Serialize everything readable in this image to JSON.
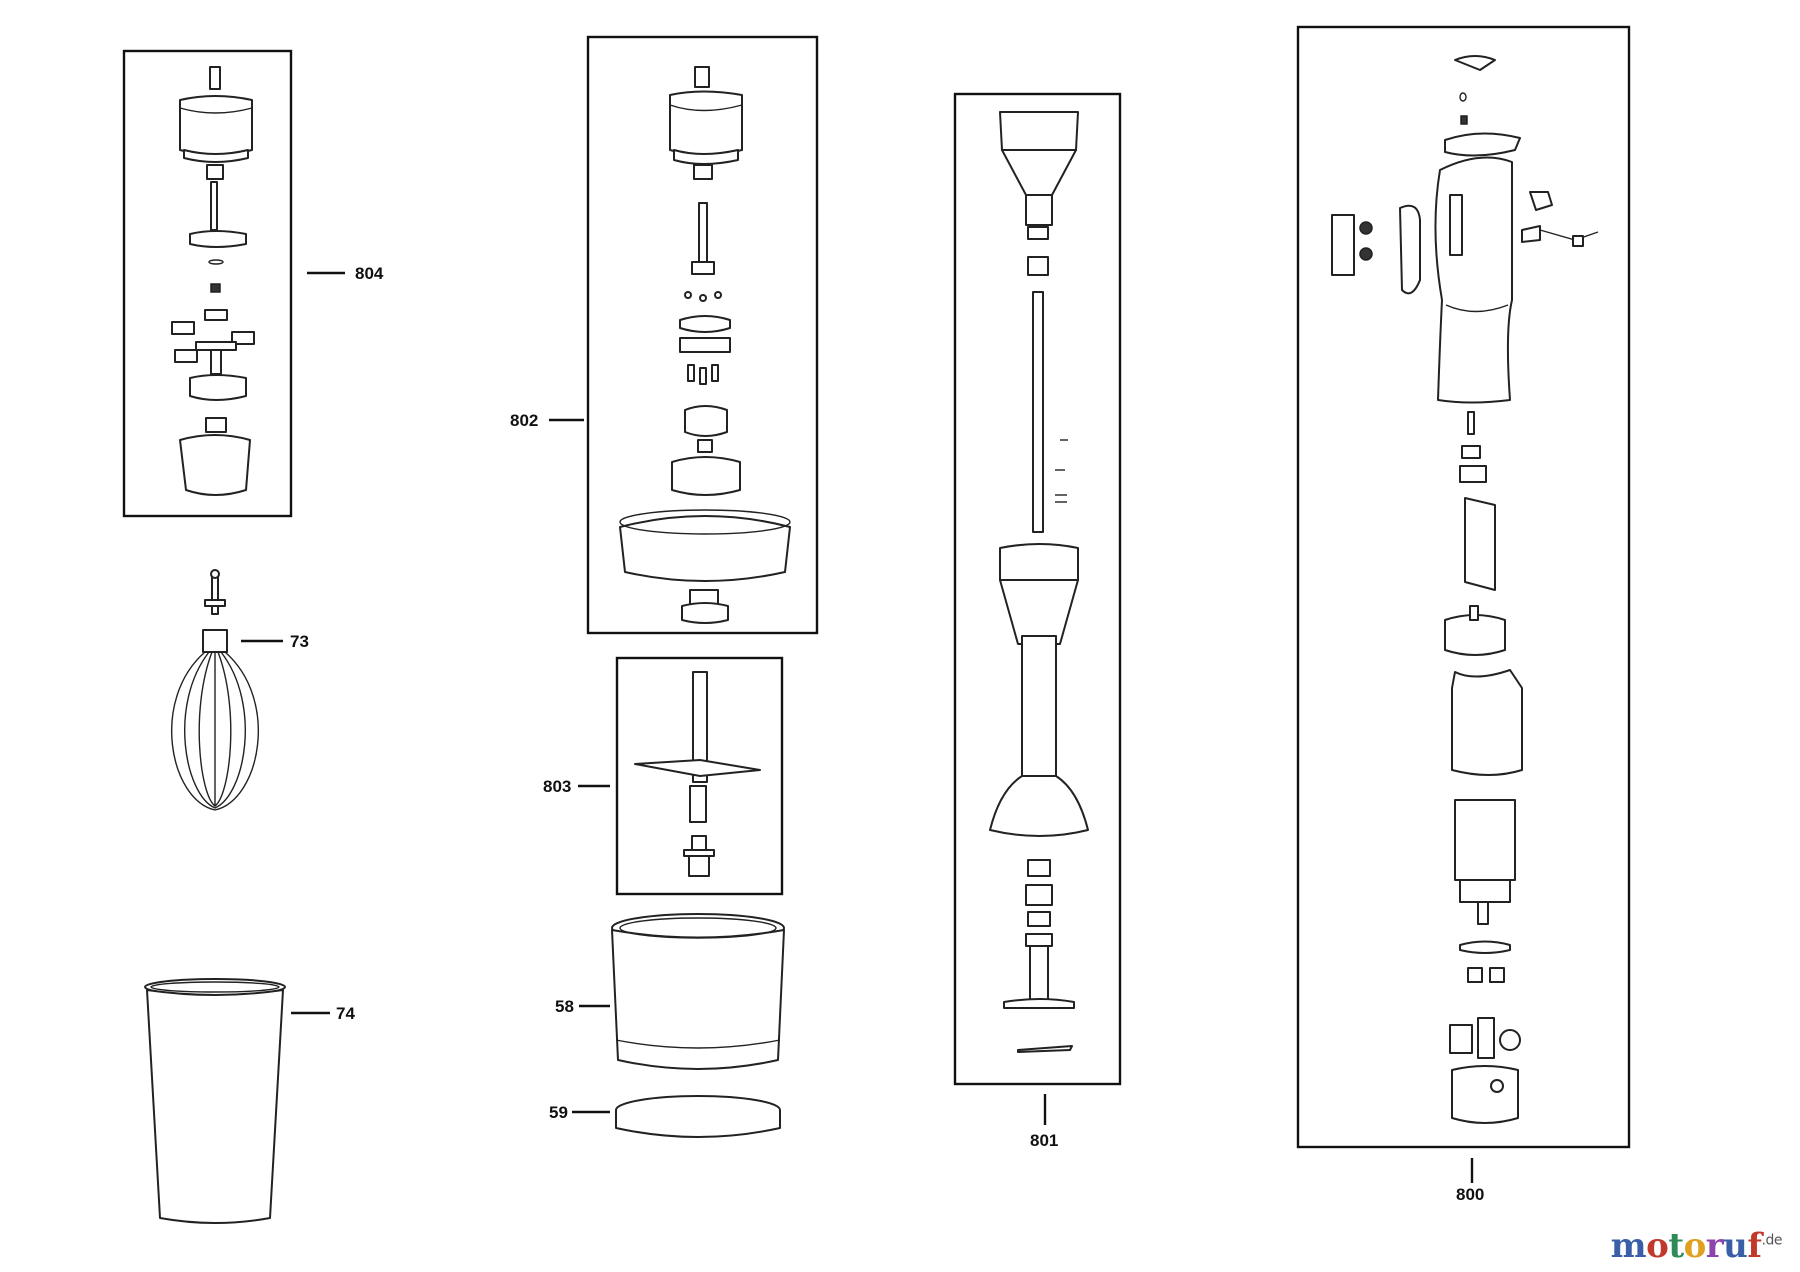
{
  "callouts": {
    "p804": "804",
    "p802": "802",
    "p73": "73",
    "p803": "803",
    "p801": "801",
    "p800": "800",
    "p74": "74",
    "p58": "58",
    "p59": "59"
  },
  "watermark": {
    "part1": "m",
    "part2": "o",
    "part3": "t",
    "part4": "o",
    "part5": "r",
    "part6": "u",
    "part7": "f",
    "suffix": ".de"
  }
}
